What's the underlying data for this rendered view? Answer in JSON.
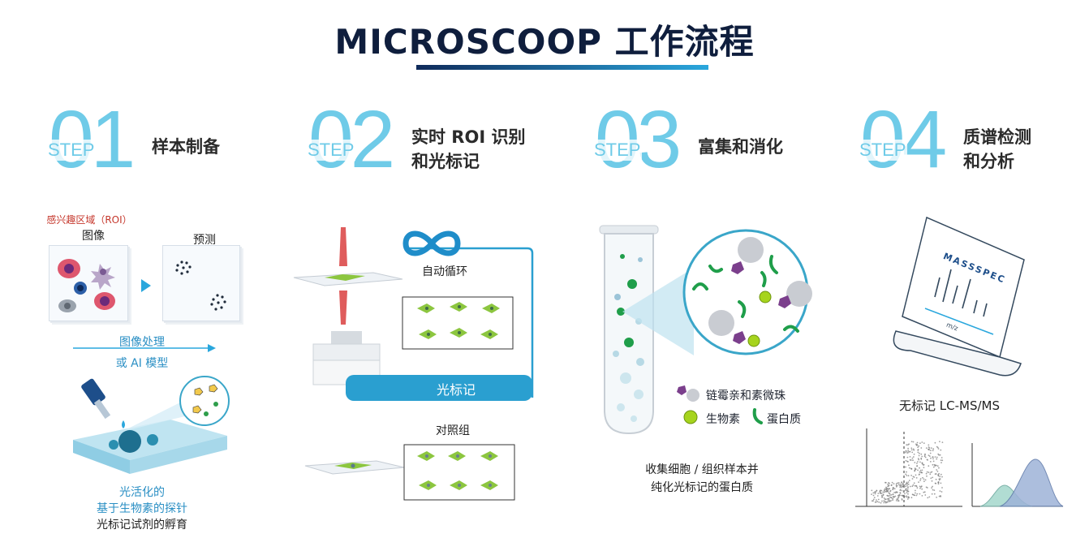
{
  "title": "MICROSCOOP 工作流程",
  "step_word": "STEP",
  "steps": [
    {
      "number": "01",
      "title_line1": "样本制备",
      "title_line2": ""
    },
    {
      "number": "02",
      "title_line1": "实时 ROI 识别",
      "title_line2": "和光标记"
    },
    {
      "number": "03",
      "title_line1": "富集和消化",
      "title_line2": ""
    },
    {
      "number": "04",
      "title_line1": "质谱检测",
      "title_line2": "和分析"
    }
  ],
  "step1": {
    "roi_label": "感兴趣区域（ROI）",
    "image_label": "图像",
    "predict_label": "预测",
    "process_line1": "图像处理",
    "process_line2": "或 AI 模型",
    "probe_line1": "光活化的",
    "probe_line2": "基于生物素的探针",
    "probe_line3": "光标记试剂的孵育"
  },
  "step2": {
    "auto_cycle": "自动循环",
    "photo_label": "光标记",
    "control_label": "对照组"
  },
  "step3": {
    "legend_bead": "链霉亲和素微珠",
    "legend_biotin": "生物素",
    "legend_protein": "蛋白质",
    "caption_line1": "收集细胞 / 组织样本并",
    "caption_line2": "纯化光标记的蛋白质"
  },
  "step4": {
    "massspec": "MASSSPEC",
    "mz": "m/z",
    "caption": "无标记 LC-MS/MS"
  },
  "colors": {
    "accent": "#6fcbe8",
    "navy": "#0f1e3d",
    "blue": "#2a8fc4",
    "green": "#8cc63f",
    "purple": "#7b3f8c",
    "darkgreen": "#1f9e4a"
  }
}
